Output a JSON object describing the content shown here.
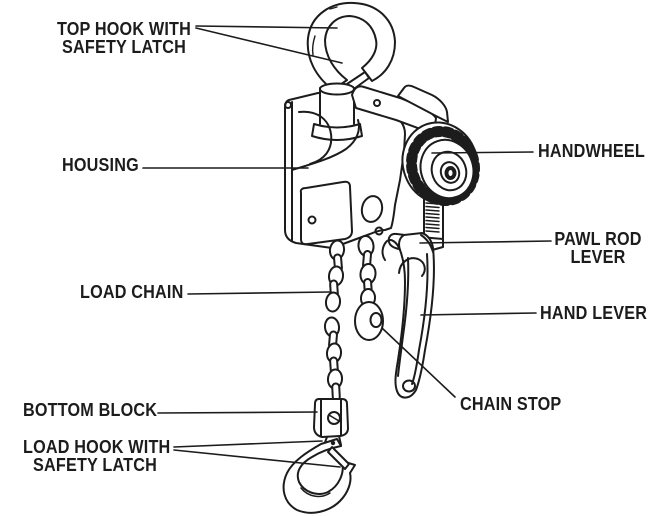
{
  "diagram": {
    "subject": "lever chain hoist parts diagram",
    "colors": {
      "background": "#ffffff",
      "line": "#1c1c1c",
      "text": "#1c1c1c"
    },
    "labels": [
      {
        "id": "top-hook",
        "lines": [
          "TOP HOOK WITH",
          "SAFETY LATCH"
        ]
      },
      {
        "id": "housing",
        "lines": [
          "HOUSING"
        ]
      },
      {
        "id": "handwheel",
        "lines": [
          "HANDWHEEL"
        ]
      },
      {
        "id": "pawl-rod-lever",
        "lines": [
          "PAWL ROD",
          "LEVER"
        ]
      },
      {
        "id": "load-chain",
        "lines": [
          "LOAD CHAIN"
        ]
      },
      {
        "id": "hand-lever",
        "lines": [
          "HAND LEVER"
        ]
      },
      {
        "id": "chain-stop",
        "lines": [
          "CHAIN STOP"
        ]
      },
      {
        "id": "bottom-block",
        "lines": [
          "BOTTOM BLOCK"
        ]
      },
      {
        "id": "load-hook",
        "lines": [
          "LOAD HOOK WITH",
          "SAFETY LATCH"
        ]
      }
    ]
  }
}
